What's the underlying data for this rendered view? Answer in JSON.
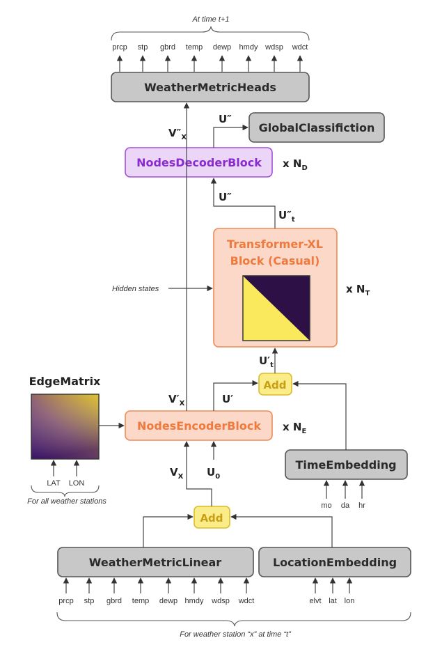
{
  "top_note": "At time t+1",
  "output_metrics": [
    "prcp",
    "stp",
    "gbrd",
    "temp",
    "dewp",
    "hmdy",
    "wdsp",
    "wdct"
  ],
  "input_metrics": [
    "prcp",
    "stp",
    "gbrd",
    "temp",
    "dewp",
    "hmdy",
    "wdsp",
    "wdct"
  ],
  "location_inputs": [
    "elvt",
    "lat",
    "lon"
  ],
  "time_inputs": [
    "mo",
    "da",
    "hr"
  ],
  "edge_inputs": [
    "LAT",
    "LON"
  ],
  "boxes": {
    "weather_metric_heads": "WeatherMetricHeads",
    "global_classification": "GlobalClassifiction",
    "nodes_decoder": "NodesDecoderBlock",
    "transformer_line1": "Transformer-XL",
    "transformer_line2": "Block (Casual)",
    "nodes_encoder": "NodesEncoderBlock",
    "time_embedding": "TimeEmbedding",
    "weather_metric_linear": "WeatherMetricLinear",
    "location_embedding": "LocationEmbedding",
    "add_top": "Add",
    "add_bottom": "Add",
    "edge_matrix": "EdgeMatrix"
  },
  "repeat": {
    "decoder": {
      "base": "x N",
      "sub": "D"
    },
    "transformer": {
      "base": "x N",
      "sub": "T"
    },
    "encoder": {
      "base": "x N",
      "sub": "E"
    }
  },
  "symbols": {
    "vx2": {
      "base": "V″",
      "sub": "X"
    },
    "u2_right": {
      "base": "U″"
    },
    "u2_mid": {
      "base": "U″"
    },
    "ut2": {
      "base": "U″",
      "sub": "t"
    },
    "ut1": {
      "base": "U′",
      "sub": "t"
    },
    "vx1": {
      "base": "V′",
      "sub": "X"
    },
    "u1": {
      "base": "U′"
    },
    "vx": {
      "base": "V",
      "sub": "X"
    },
    "u0": {
      "base": "U",
      "sub": "0"
    }
  },
  "hidden_states": "Hidden states",
  "edge_note": "For all weather stations",
  "bottom_note": "For weather station “x” at time “t”",
  "colors": {
    "gray_fill": "#c8c8c8",
    "gray_stroke": "#555555",
    "purple_fill": "#ecd6f7",
    "purple_stroke": "#a24ed8",
    "purple_text": "#8a2bd0",
    "orange_fill": "#fbd8c7",
    "orange_stroke": "#ee8a5a",
    "orange_text": "#ee7a3e",
    "yellow_fill": "#fbec8a",
    "yellow_stroke": "#dcbc28",
    "yellow_text": "#c89e12",
    "triangle_dark": "#2c1046",
    "triangle_light": "#fbe95d"
  }
}
